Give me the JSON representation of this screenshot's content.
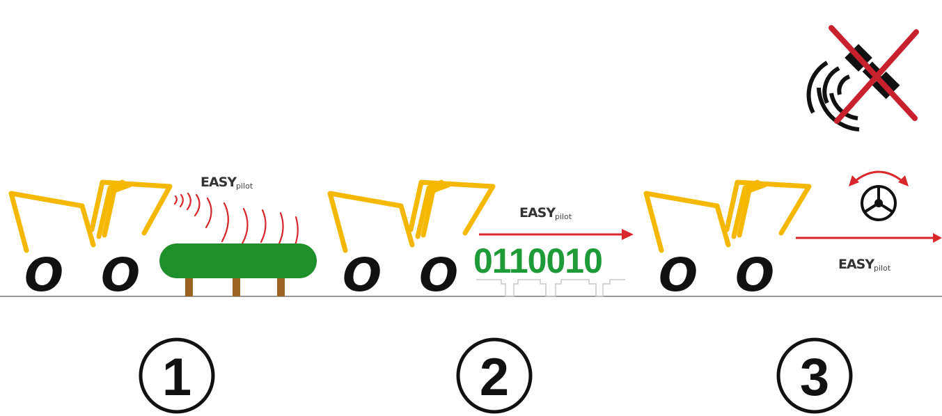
{
  "logo": {
    "main": "EASY",
    "sub": "pilot"
  },
  "binary_code": "0110010",
  "wheel_glyph": "O",
  "steps": [
    "1",
    "2",
    "3"
  ],
  "colors": {
    "frame": "#f5b800",
    "signal": "#d9252c",
    "bale": "#1f8f2c",
    "post": "#9a6322",
    "code": "#1e9a38",
    "ground": "#999999",
    "no_gps_cross": "#c7202e"
  },
  "icons": {
    "panel1": [
      "implement-frame-icon",
      "radio-waves-icon",
      "bale-icon"
    ],
    "panel2": [
      "implement-frame-icon",
      "arrow-right-icon",
      "binary-signal-icon"
    ],
    "panel3": [
      "implement-frame-icon",
      "steering-wheel-icon",
      "rotate-arrows-icon",
      "arrow-right-icon"
    ],
    "top_right": "no-satellite-icon"
  }
}
